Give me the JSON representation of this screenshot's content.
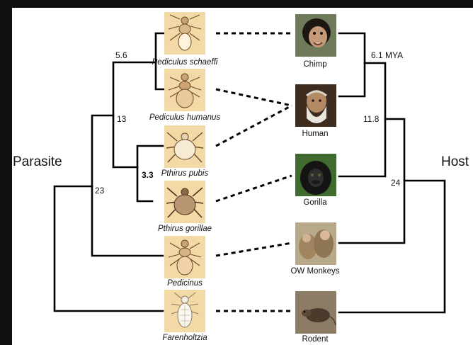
{
  "left_title": "Parasite",
  "right_title": "Host",
  "parasites": [
    {
      "name": "Pediculus schaeffi"
    },
    {
      "name": "Pediculus humanus"
    },
    {
      "name": "Pthirus pubis"
    },
    {
      "name": "Pthirus gorillae"
    },
    {
      "name": "Pedicinus"
    },
    {
      "name": "Farenholtzia"
    }
  ],
  "hosts": [
    {
      "name": "Chimp"
    },
    {
      "name": "Human"
    },
    {
      "name": "Gorilla"
    },
    {
      "name": "OW Monkeys"
    },
    {
      "name": "Rodent"
    }
  ],
  "parasite_nodes": [
    "5.6",
    "13",
    "3.3",
    "23"
  ],
  "host_nodes": [
    "6.1 MYA",
    "11.8",
    "24"
  ],
  "colors": {
    "tree": "#000000",
    "thumb_bg": "#f3d9a6",
    "page_bg": "#ffffff",
    "frame_bg": "#0f0f0f"
  }
}
